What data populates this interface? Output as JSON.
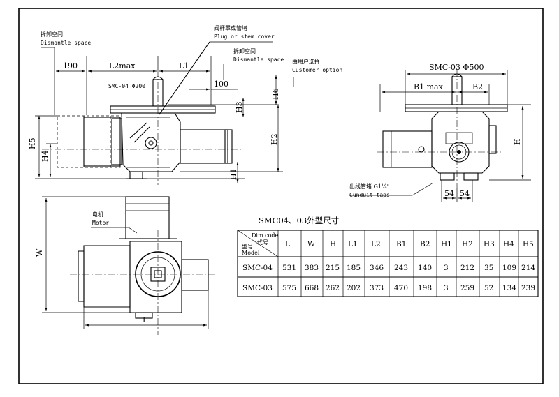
{
  "labels": {
    "dismantle_left_cn": "拆卸空间",
    "dismantle_left_en": "Dismantle space",
    "plug_cn": "阀杆罩或管堵",
    "plug_en": "Plug or stem cover",
    "dismantle_mid_cn": "拆卸空间",
    "dismantle_mid_en": "Dismantle space",
    "customer_cn": "由用户选择",
    "customer_en": "Customer option",
    "smc04_handwheel": "SMC-04 Φ200",
    "smc03_handwheel": "SMC-03 Φ500",
    "conduit_cn": "出线管堵 G1¼\"",
    "conduit_en": "Cunduit taps",
    "motor_cn": "电机",
    "motor_en": "Motor"
  },
  "dims": {
    "d190": "190",
    "l2max": "L2max",
    "l1": "L1",
    "d100": "100",
    "h6": "H6",
    "h3": "H3",
    "h5": "H5",
    "h4": "H4",
    "h2": "H2",
    "h1": "H1",
    "b1max": "B1 max",
    "b2": "B2",
    "h": "H",
    "d54a": "54",
    "d54b": "54",
    "w": "W",
    "l": "L"
  },
  "table": {
    "title": "SMC04、03外型尺寸",
    "corner_dim_cn": "Dim code",
    "corner_code_cn": "代号",
    "corner_model_cn": "型号",
    "corner_model_en": "Model",
    "headers": [
      "L",
      "W",
      "H",
      "L1",
      "L2",
      "B1",
      "B2",
      "H1",
      "H2",
      "H3",
      "H4",
      "H5"
    ],
    "rows": [
      {
        "model": "SMC-04",
        "values": [
          "531",
          "383",
          "215",
          "185",
          "346",
          "243",
          "140",
          "3",
          "212",
          "35",
          "109",
          "214"
        ]
      },
      {
        "model": "SMC-03",
        "values": [
          "575",
          "668",
          "262",
          "202",
          "373",
          "470",
          "198",
          "3",
          "259",
          "52",
          "134",
          "239"
        ]
      }
    ]
  }
}
